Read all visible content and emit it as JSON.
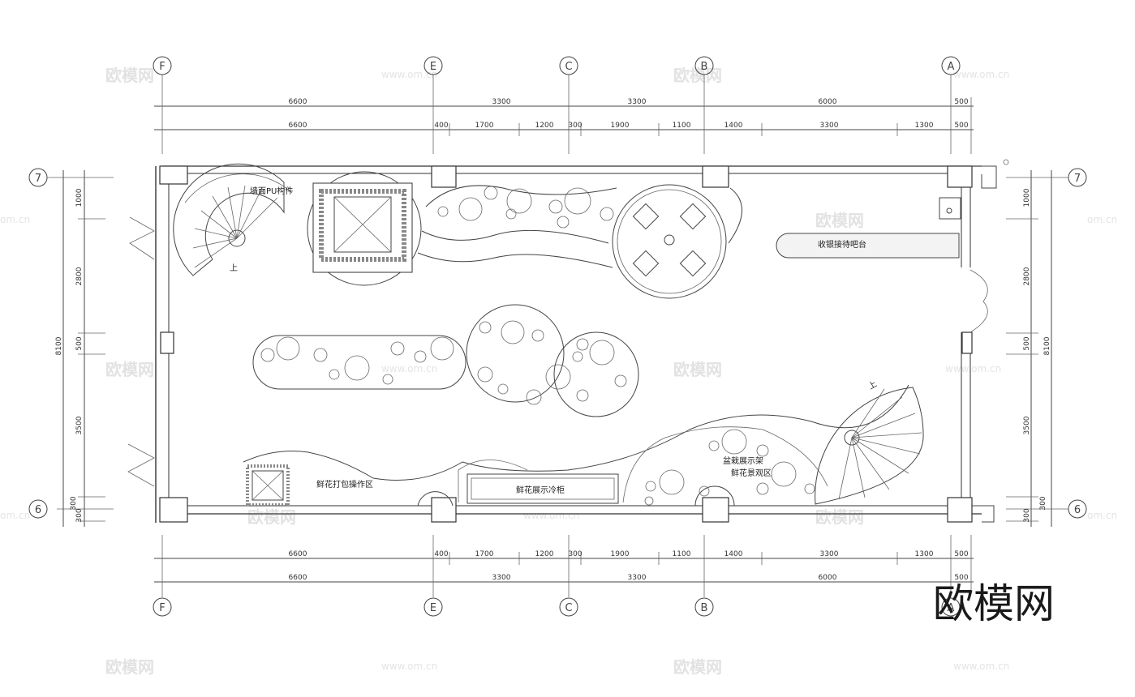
{
  "drawing": {
    "axis_labels_top": [
      "F",
      "E",
      "C",
      "B",
      "A"
    ],
    "axis_labels_bottom": [
      "F",
      "E",
      "C",
      "B",
      "A"
    ],
    "axis_labels_left": [
      "7",
      "6"
    ],
    "axis_labels_right": [
      "7",
      "6"
    ],
    "dims_top_outer": [
      "6600",
      "3300",
      "3300",
      "6000",
      "500"
    ],
    "dims_top_inner": [
      "6600",
      "400",
      "1700",
      "1200",
      "300",
      "1900",
      "1100",
      "1400",
      "3300",
      "1300",
      "500"
    ],
    "dims_bottom_inner": [
      "6600",
      "400",
      "1700",
      "1200",
      "300",
      "1900",
      "1100",
      "1400",
      "3300",
      "1300",
      "500"
    ],
    "dims_bottom_outer": [
      "6600",
      "3300",
      "3300",
      "6000",
      "500"
    ],
    "dims_left": [
      "1000",
      "2800",
      "500",
      "3500",
      "300",
      "300"
    ],
    "dims_left_total": "8100",
    "dims_right": [
      "1000",
      "2800",
      "500",
      "3500",
      "300",
      "300"
    ],
    "dims_right_total": "8100",
    "stair_top_label": "上",
    "stair_bottom_label": "上"
  },
  "rooms": {
    "pu_stair": "墙面PU构件",
    "cashier": "收银接待吧台",
    "packing": "鲜花打包操作区",
    "cooler": "鲜花展示冷柜",
    "display_a": "盆栽展示架",
    "display_b": "鲜花景观区"
  },
  "watermarks": {
    "cn": "欧模网",
    "url": "www.om.cn",
    "url_partial": "om.cn"
  },
  "brand": {
    "text": "欧模网"
  }
}
